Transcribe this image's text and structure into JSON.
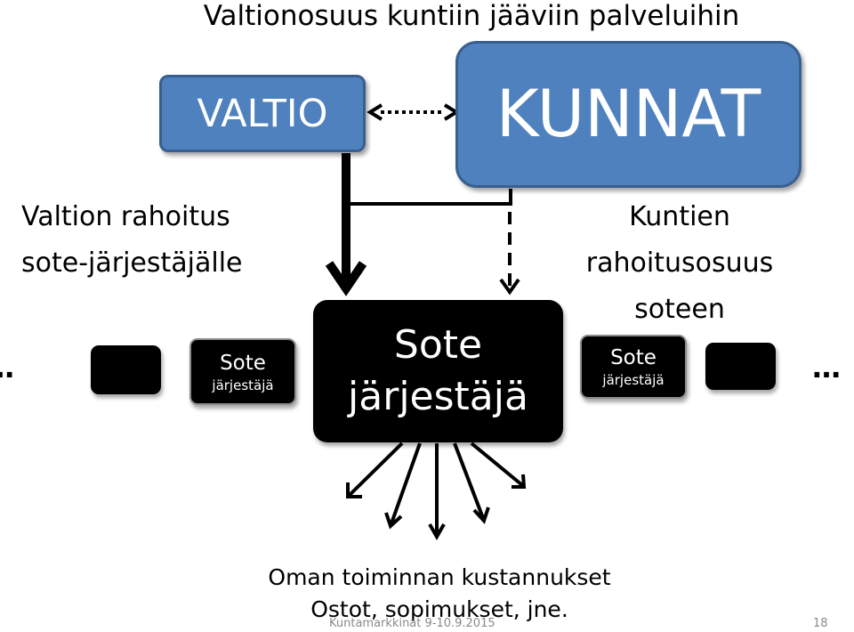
{
  "title": "Valtionosuus kuntiin jääviin palveluihin",
  "boxes": {
    "valtio": "VALTIO",
    "kunnat": "KUNNAT",
    "main_line1": "Sote",
    "main_line2": "järjestäjä",
    "side_line1": "Sote",
    "side_line2": "järjestäjä"
  },
  "labels": {
    "left_line1": "Valtion rahoitus",
    "left_line2": "sote-järjestäjälle",
    "right_line1": "Kuntien",
    "right_line2": "rahoitusosuus",
    "right_line3": "soteen"
  },
  "ellipsis": "…",
  "bottom": {
    "line1": "Oman toiminnan kustannukset",
    "line2": "Ostot, sopimukset, jne."
  },
  "footer": {
    "left": "Kuntamarkkinat 9-10.9.2015",
    "page": "18"
  }
}
